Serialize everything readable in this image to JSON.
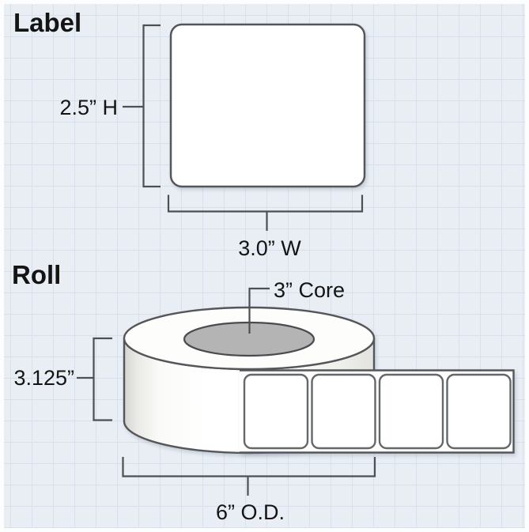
{
  "sections": {
    "label": {
      "title": "Label",
      "height_dim": "2.5” H",
      "width_dim": "3.0” W"
    },
    "roll": {
      "title": "Roll",
      "core_dim": "3” Core",
      "roll_height_dim": "3.125”",
      "outer_diameter_dim": "6” O.D.",
      "strip_label_count": 4
    }
  },
  "colors": {
    "background": "#e9eef4",
    "grid_line": "#d7e0eb",
    "outline": "#54565a",
    "bracket": "#4d4f52",
    "core_fill": "#b4b4b4",
    "shape_fill": "#ffffff",
    "text": "#141414"
  }
}
